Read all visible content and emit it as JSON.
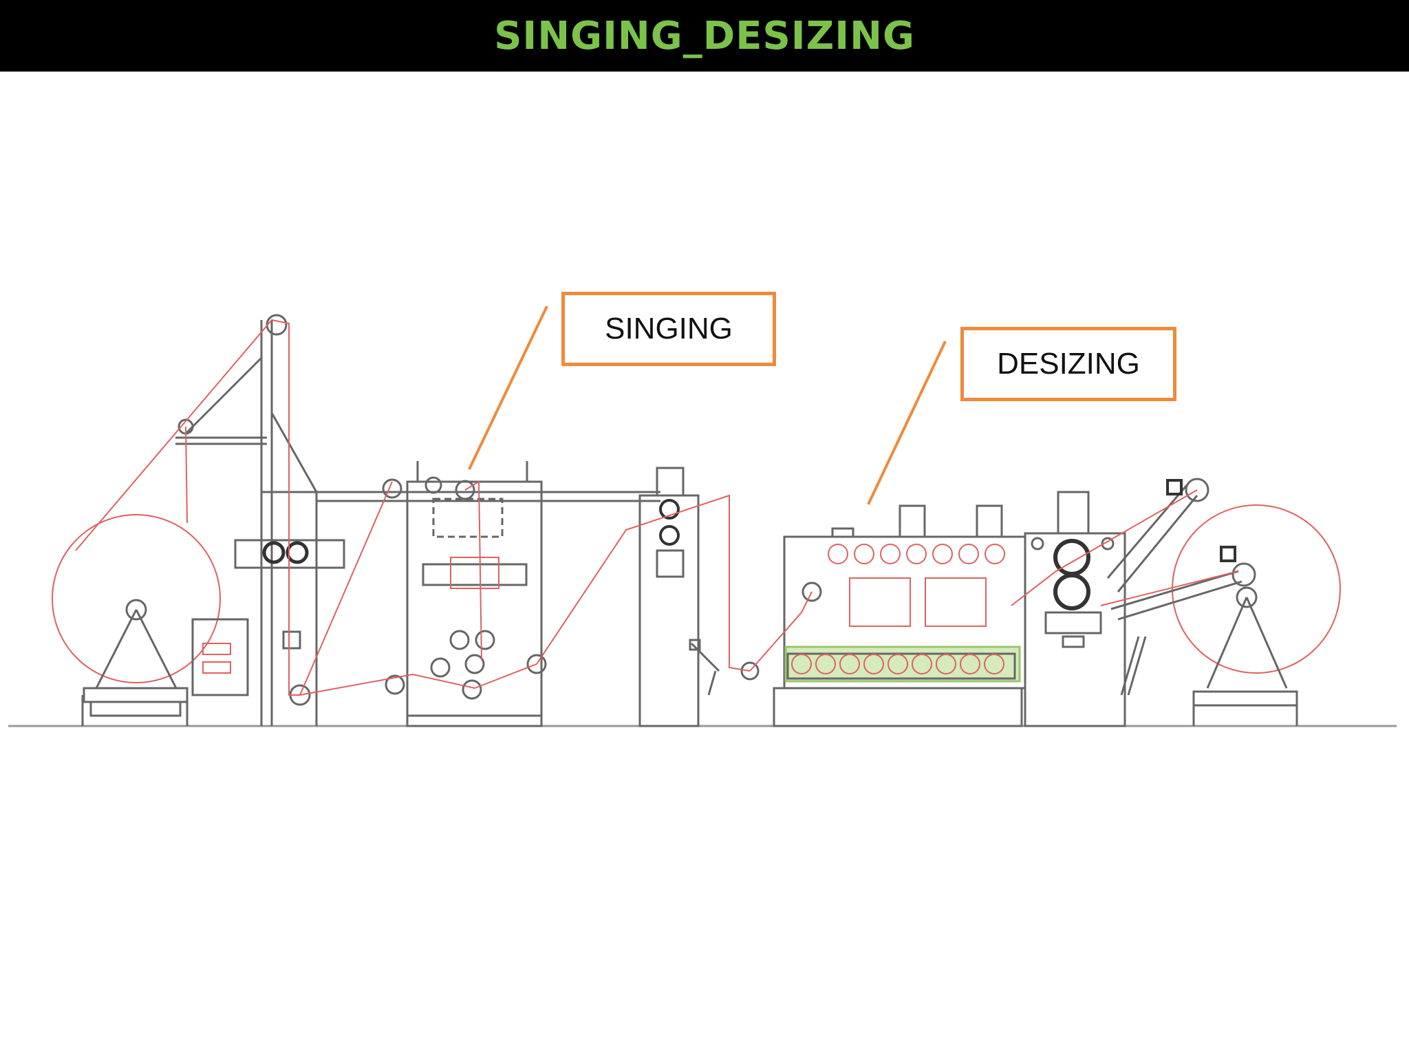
{
  "slide": {
    "title": "SINGING_DESIZING",
    "title_color": "#7cc24a",
    "background": "#ffffff",
    "header_background": "#000000"
  },
  "callouts": {
    "singing": "SINGING",
    "desizing": "DESIZING",
    "border_color": "#f08a3a"
  },
  "diagram": {
    "line_color": "#555555",
    "fabric_path_color": "#e06060",
    "highlight_color": "#b9dd8f"
  }
}
